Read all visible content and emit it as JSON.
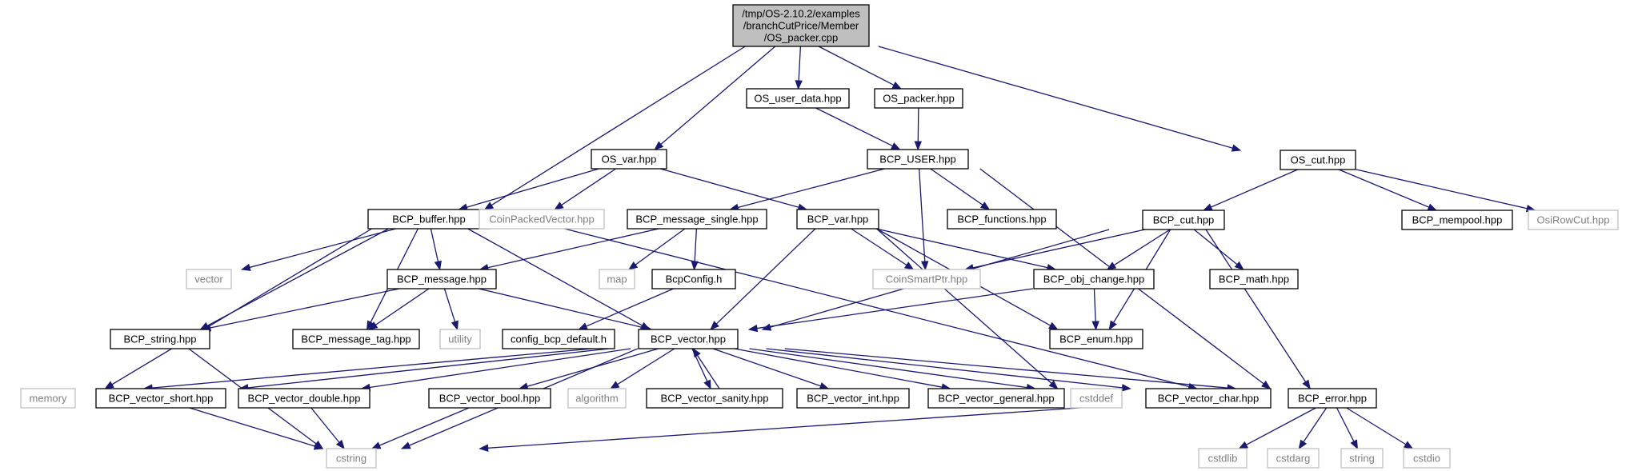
{
  "diagram": {
    "nodes": [
      {
        "id": "os_packer_cpp",
        "lines": [
          "/tmp/OS-2.10.2/examples",
          "/branchCutPrice/Member",
          "/OS_packer.cpp"
        ],
        "kind": "root"
      },
      {
        "id": "os_user_data_hpp",
        "lines": [
          "OS_user_data.hpp"
        ],
        "kind": "file"
      },
      {
        "id": "os_packer_hpp",
        "lines": [
          "OS_packer.hpp"
        ],
        "kind": "file"
      },
      {
        "id": "os_var_hpp",
        "lines": [
          "OS_var.hpp"
        ],
        "kind": "file"
      },
      {
        "id": "bcp_user_hpp",
        "lines": [
          "BCP_USER.hpp"
        ],
        "kind": "file"
      },
      {
        "id": "os_cut_hpp",
        "lines": [
          "OS_cut.hpp"
        ],
        "kind": "file"
      },
      {
        "id": "bcp_buffer_hpp",
        "lines": [
          "BCP_buffer.hpp"
        ],
        "kind": "file"
      },
      {
        "id": "coinpackedvector_hpp",
        "lines": [
          "CoinPackedVector.hpp"
        ],
        "kind": "external"
      },
      {
        "id": "bcp_message_single_hpp",
        "lines": [
          "BCP_message_single.hpp"
        ],
        "kind": "file"
      },
      {
        "id": "bcp_var_hpp",
        "lines": [
          "BCP_var.hpp"
        ],
        "kind": "file"
      },
      {
        "id": "bcp_functions_hpp",
        "lines": [
          "BCP_functions.hpp"
        ],
        "kind": "file"
      },
      {
        "id": "bcp_cut_hpp",
        "lines": [
          "BCP_cut.hpp"
        ],
        "kind": "file"
      },
      {
        "id": "bcp_mempool_hpp",
        "lines": [
          "BCP_mempool.hpp"
        ],
        "kind": "file"
      },
      {
        "id": "osirowcut_hpp",
        "lines": [
          "OsiRowCut.hpp"
        ],
        "kind": "external"
      },
      {
        "id": "vector",
        "lines": [
          "vector"
        ],
        "kind": "external"
      },
      {
        "id": "bcp_message_hpp",
        "lines": [
          "BCP_message.hpp"
        ],
        "kind": "file"
      },
      {
        "id": "map",
        "lines": [
          "map"
        ],
        "kind": "external"
      },
      {
        "id": "bcpconfig_h",
        "lines": [
          "BcpConfig.h"
        ],
        "kind": "file"
      },
      {
        "id": "coinsmartptr_hpp",
        "lines": [
          "CoinSmartPtr.hpp"
        ],
        "kind": "external"
      },
      {
        "id": "bcp_obj_change_hpp",
        "lines": [
          "BCP_obj_change.hpp"
        ],
        "kind": "file"
      },
      {
        "id": "bcp_math_hpp",
        "lines": [
          "BCP_math.hpp"
        ],
        "kind": "file"
      },
      {
        "id": "bcp_string_hpp",
        "lines": [
          "BCP_string.hpp"
        ],
        "kind": "file"
      },
      {
        "id": "bcp_message_tag_hpp",
        "lines": [
          "BCP_message_tag.hpp"
        ],
        "kind": "file"
      },
      {
        "id": "utility",
        "lines": [
          "utility"
        ],
        "kind": "external"
      },
      {
        "id": "config_bcp_default_h",
        "lines": [
          "config_bcp_default.h"
        ],
        "kind": "file"
      },
      {
        "id": "bcp_vector_hpp",
        "lines": [
          "BCP_vector.hpp"
        ],
        "kind": "file"
      },
      {
        "id": "bcp_enum_hpp",
        "lines": [
          "BCP_enum.hpp"
        ],
        "kind": "file"
      },
      {
        "id": "memory",
        "lines": [
          "memory"
        ],
        "kind": "external"
      },
      {
        "id": "bcp_vector_short_hpp",
        "lines": [
          "BCP_vector_short.hpp"
        ],
        "kind": "file"
      },
      {
        "id": "bcp_vector_double_hpp",
        "lines": [
          "BCP_vector_double.hpp"
        ],
        "kind": "file"
      },
      {
        "id": "bcp_vector_bool_hpp",
        "lines": [
          "BCP_vector_bool.hpp"
        ],
        "kind": "file"
      },
      {
        "id": "algorithm",
        "lines": [
          "algorithm"
        ],
        "kind": "external"
      },
      {
        "id": "bcp_vector_sanity_hpp",
        "lines": [
          "BCP_vector_sanity.hpp"
        ],
        "kind": "file"
      },
      {
        "id": "bcp_vector_int_hpp",
        "lines": [
          "BCP_vector_int.hpp"
        ],
        "kind": "file"
      },
      {
        "id": "bcp_vector_general_hpp",
        "lines": [
          "BCP_vector_general.hpp"
        ],
        "kind": "file"
      },
      {
        "id": "cstddef",
        "lines": [
          "cstddef"
        ],
        "kind": "external"
      },
      {
        "id": "bcp_vector_char_hpp",
        "lines": [
          "BCP_vector_char.hpp"
        ],
        "kind": "file"
      },
      {
        "id": "bcp_error_hpp",
        "lines": [
          "BCP_error.hpp"
        ],
        "kind": "file"
      },
      {
        "id": "cstring",
        "lines": [
          "cstring"
        ],
        "kind": "external"
      },
      {
        "id": "cstdlib",
        "lines": [
          "cstdlib"
        ],
        "kind": "external"
      },
      {
        "id": "cstdarg",
        "lines": [
          "cstdarg"
        ],
        "kind": "external"
      },
      {
        "id": "string",
        "lines": [
          "string"
        ],
        "kind": "external"
      },
      {
        "id": "cstdio",
        "lines": [
          "cstdio"
        ],
        "kind": "external"
      }
    ],
    "edges": [
      [
        "os_packer_cpp",
        "bcp_buffer_hpp"
      ],
      [
        "os_packer_cpp",
        "os_var_hpp"
      ],
      [
        "os_packer_cpp",
        "os_user_data_hpp"
      ],
      [
        "os_packer_cpp",
        "os_packer_hpp"
      ],
      [
        "os_packer_cpp",
        "os_cut_hpp"
      ],
      [
        "os_user_data_hpp",
        "bcp_user_hpp"
      ],
      [
        "os_packer_hpp",
        "bcp_user_hpp"
      ],
      [
        "os_var_hpp",
        "bcp_buffer_hpp"
      ],
      [
        "os_var_hpp",
        "coinpackedvector_hpp"
      ],
      [
        "os_var_hpp",
        "bcp_var_hpp"
      ],
      [
        "bcp_user_hpp",
        "bcp_message_single_hpp"
      ],
      [
        "bcp_user_hpp",
        "coinsmartptr_hpp"
      ],
      [
        "bcp_user_hpp",
        "bcp_functions_hpp"
      ],
      [
        "bcp_user_hpp",
        "bcp_error_hpp"
      ],
      [
        "os_cut_hpp",
        "bcp_cut_hpp"
      ],
      [
        "os_cut_hpp",
        "bcp_mempool_hpp"
      ],
      [
        "os_cut_hpp",
        "osirowcut_hpp"
      ],
      [
        "bcp_buffer_hpp",
        "vector"
      ],
      [
        "bcp_buffer_hpp",
        "bcp_message_hpp"
      ],
      [
        "bcp_buffer_hpp",
        "bcp_string_hpp"
      ],
      [
        "bcp_buffer_hpp",
        "bcp_message_tag_hpp"
      ],
      [
        "bcp_buffer_hpp",
        "memory"
      ],
      [
        "bcp_buffer_hpp",
        "bcp_vector_hpp"
      ],
      [
        "bcp_buffer_hpp",
        "bcp_error_hpp"
      ],
      [
        "bcp_message_single_hpp",
        "bcp_message_hpp"
      ],
      [
        "bcp_message_single_hpp",
        "map"
      ],
      [
        "bcp_message_single_hpp",
        "bcpconfig_h"
      ],
      [
        "bcp_var_hpp",
        "coinsmartptr_hpp"
      ],
      [
        "bcp_var_hpp",
        "bcp_obj_change_hpp"
      ],
      [
        "bcp_var_hpp",
        "bcp_vector_hpp"
      ],
      [
        "bcp_var_hpp",
        "bcp_enum_hpp"
      ],
      [
        "bcp_var_hpp",
        "cstddef"
      ],
      [
        "bcp_cut_hpp",
        "coinsmartptr_hpp"
      ],
      [
        "bcp_cut_hpp",
        "bcp_obj_change_hpp"
      ],
      [
        "bcp_cut_hpp",
        "bcp_math_hpp"
      ],
      [
        "bcp_cut_hpp",
        "bcp_vector_hpp"
      ],
      [
        "bcp_cut_hpp",
        "bcp_enum_hpp"
      ],
      [
        "bcp_cut_hpp",
        "bcp_error_hpp"
      ],
      [
        "bcp_message_hpp",
        "bcp_string_hpp"
      ],
      [
        "bcp_message_hpp",
        "bcp_message_tag_hpp"
      ],
      [
        "bcp_message_hpp",
        "utility"
      ],
      [
        "bcp_message_hpp",
        "bcp_vector_hpp"
      ],
      [
        "bcpconfig_h",
        "config_bcp_default_h"
      ],
      [
        "bcp_obj_change_hpp",
        "bcp_vector_hpp"
      ],
      [
        "bcp_obj_change_hpp",
        "bcp_enum_hpp"
      ],
      [
        "bcp_string_hpp",
        "cstring"
      ],
      [
        "bcp_vector_hpp",
        "memory"
      ],
      [
        "bcp_vector_hpp",
        "bcp_vector_short_hpp"
      ],
      [
        "bcp_vector_hpp",
        "bcp_vector_double_hpp"
      ],
      [
        "bcp_vector_hpp",
        "bcp_vector_bool_hpp"
      ],
      [
        "bcp_vector_hpp",
        "cstring"
      ],
      [
        "bcp_vector_hpp",
        "algorithm"
      ],
      [
        "bcp_vector_hpp",
        "bcp_vector_sanity_hpp"
      ],
      [
        "bcp_vector_sanity_hpp",
        "bcp_vector_hpp"
      ],
      [
        "bcp_vector_hpp",
        "bcp_vector_int_hpp"
      ],
      [
        "bcp_vector_hpp",
        "bcp_vector_general_hpp"
      ],
      [
        "bcp_vector_hpp",
        "cstddef"
      ],
      [
        "bcp_vector_hpp",
        "bcp_vector_char_hpp"
      ],
      [
        "bcp_vector_hpp",
        "bcp_error_hpp"
      ],
      [
        "bcp_vector_short_hpp",
        "cstring"
      ],
      [
        "bcp_vector_double_hpp",
        "cstring"
      ],
      [
        "bcp_vector_bool_hpp",
        "cstring"
      ],
      [
        "bcp_vector_char_hpp",
        "cstring"
      ],
      [
        "bcp_error_hpp",
        "cstdlib"
      ],
      [
        "bcp_error_hpp",
        "cstdarg"
      ],
      [
        "bcp_error_hpp",
        "string"
      ],
      [
        "bcp_error_hpp",
        "cstdio"
      ]
    ]
  },
  "colors": {
    "edge": "#191970",
    "node_border": "#000000",
    "external_border": "#bfbfbf",
    "external_text": "#7f7f7f",
    "root_fill": "#bfbfbf"
  }
}
